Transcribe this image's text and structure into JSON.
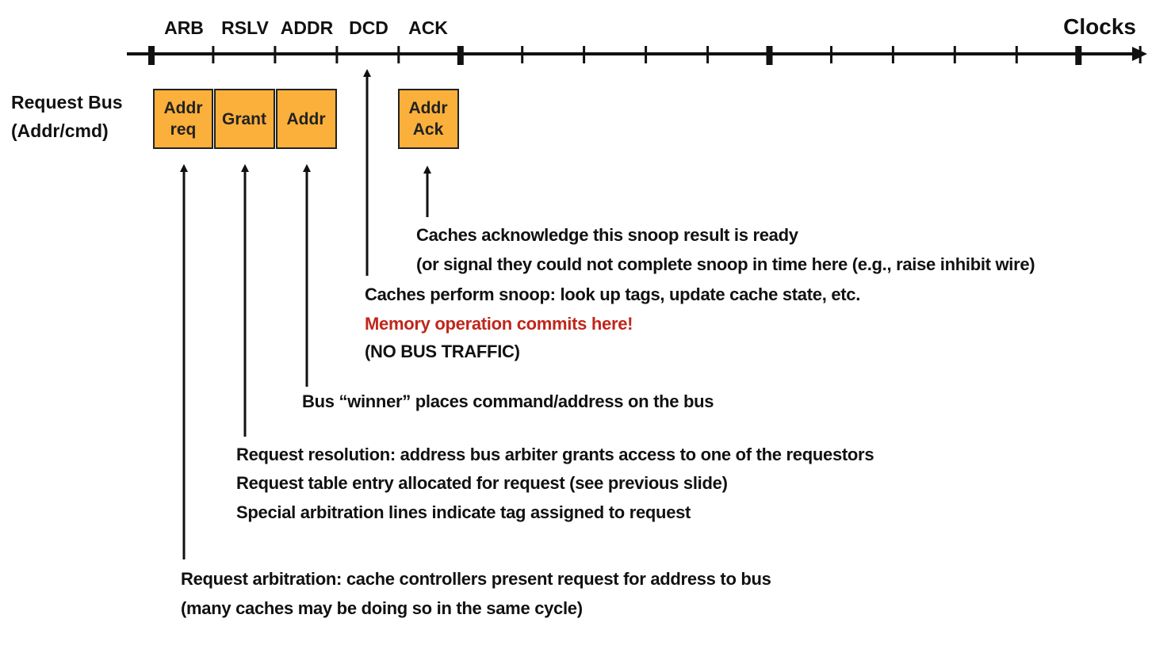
{
  "timeline": {
    "phases": [
      "ARB",
      "RSLV",
      "ADDR",
      "DCD",
      "ACK"
    ],
    "clocks_label": "Clocks"
  },
  "request_bus": {
    "label_line1": "Request Bus",
    "label_line2": "(Addr/cmd)",
    "boxes": [
      {
        "line1": "Addr",
        "line2": "req"
      },
      {
        "line1": "Grant",
        "line2": ""
      },
      {
        "line1": "Addr",
        "line2": ""
      },
      {
        "line1": "Addr",
        "line2": "Ack"
      }
    ],
    "box_color": "#FBB03B"
  },
  "annotations": {
    "ack": {
      "line1": "Caches acknowledge this snoop result is ready",
      "line2": "(or signal they could not complete snoop in time here (e.g., raise inhibit wire)"
    },
    "dcd": {
      "line1": "Caches perform snoop: look up tags, update cache state, etc.",
      "line2": "Memory operation commits here!",
      "line3": "(NO BUS TRAFFIC)",
      "highlight_color": "#C0261B"
    },
    "addr": {
      "line1": "Bus “winner” places command/address on the bus"
    },
    "rslv": {
      "line1": "Request resolution: address bus arbiter grants access to one of the requestors",
      "line2": "Request table entry allocated for request (see previous slide)",
      "line3": "Special arbitration lines indicate tag assigned to request"
    },
    "arb": {
      "line1": "Request arbitration: cache controllers present request for address to bus",
      "line2": "(many caches may be doing so in the same cycle)"
    }
  }
}
